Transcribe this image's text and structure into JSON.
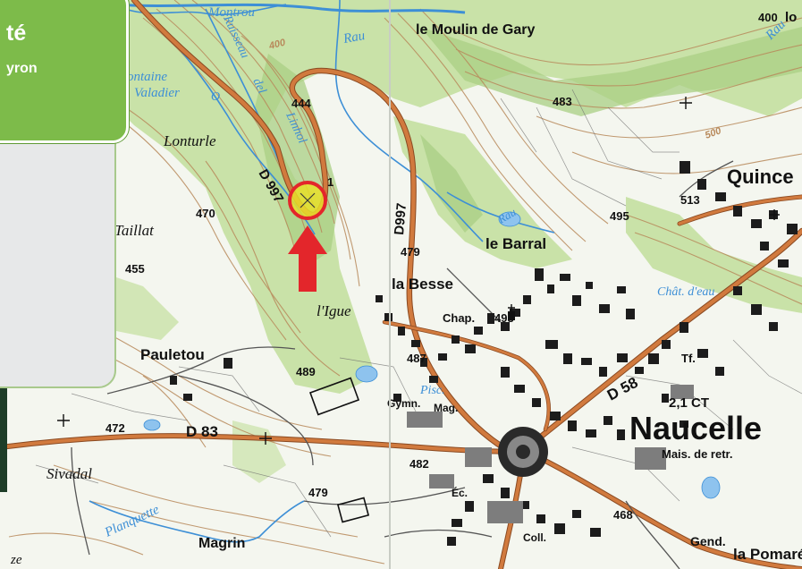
{
  "overlay": {
    "title_fragment": "té",
    "subtitle_fragment": "yron"
  },
  "places": {
    "moulin": "le Moulin de Gary",
    "lonturle": "Lonturle",
    "taillat": "Taillat",
    "ique": "l'Igue",
    "pauletou": "Pauletou",
    "sivadal": "Sivadal",
    "magrin": "Magrin",
    "ze": "ze",
    "quince": "Quince",
    "barral": "le Barral",
    "besse": "la Besse",
    "naucelle": "Naucelle",
    "pomare": "la Pomaré",
    "chap": "Chap.",
    "gymn": "Gymn.",
    "mag": "Mag.",
    "ec": "Éc.",
    "coll": "Coll.",
    "gend": "Gend.",
    "mais_retr": "Mais. de retr.",
    "tf": "Tf.",
    "ct": "2,1 CT",
    "chat_deau": "Chât. d'eau",
    "lo": "lo"
  },
  "water": {
    "montrou": "Montrou",
    "rau1": "Rau",
    "rau2": "Rau",
    "rau3": "Rau",
    "ruisseau": "Ruisseau",
    "del": "del",
    "linhol": "Linhol",
    "fontaine": "ontaine",
    "valadier": "Valadier",
    "piscine": "Pisc.",
    "planquette": "Planquette",
    "fontaine_prefix_o": "O"
  },
  "roads": {
    "d997_a": "D 997",
    "d997_b": "D997",
    "d58": "D 58",
    "d83": "D 83"
  },
  "elevations": {
    "e444": "444",
    "e470": "470",
    "e455": "455",
    "e483": "483",
    "e495": "495",
    "e479_a": "479",
    "e493": "493",
    "e513": "513",
    "e489": "489",
    "e487": "487",
    "e472": "472",
    "e482": "482",
    "e479_b": "479",
    "e468": "468",
    "e400": "400",
    "e500": "500",
    "e400_top": "400",
    "e1": "1"
  },
  "colors": {
    "forest": "#c9e2a8",
    "contour": "#b8895b",
    "road": "#c9743c",
    "water": "#3d8fd6",
    "marker_ring": "#e3262b",
    "marker_fill": "#e7df2a",
    "arrow": "#e3262b",
    "overlay_green": "#7dbb4a",
    "panel_grey": "#e7e8e9"
  },
  "icons": {
    "marker": "circle-marker-icon",
    "arrow": "arrow-up-icon",
    "church": "church-icon",
    "cross": "cross-icon"
  }
}
